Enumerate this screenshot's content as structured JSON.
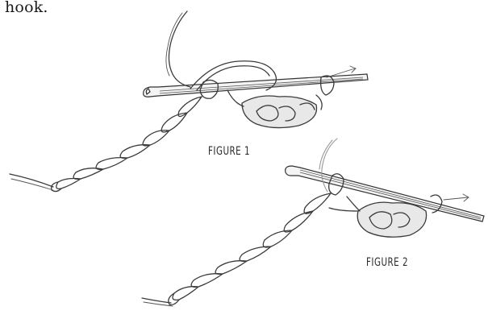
{
  "text": {
    "top_fragment": "hook."
  },
  "figures": [
    {
      "label": "FIGURE 1"
    },
    {
      "label": "FIGURE 2"
    }
  ]
}
